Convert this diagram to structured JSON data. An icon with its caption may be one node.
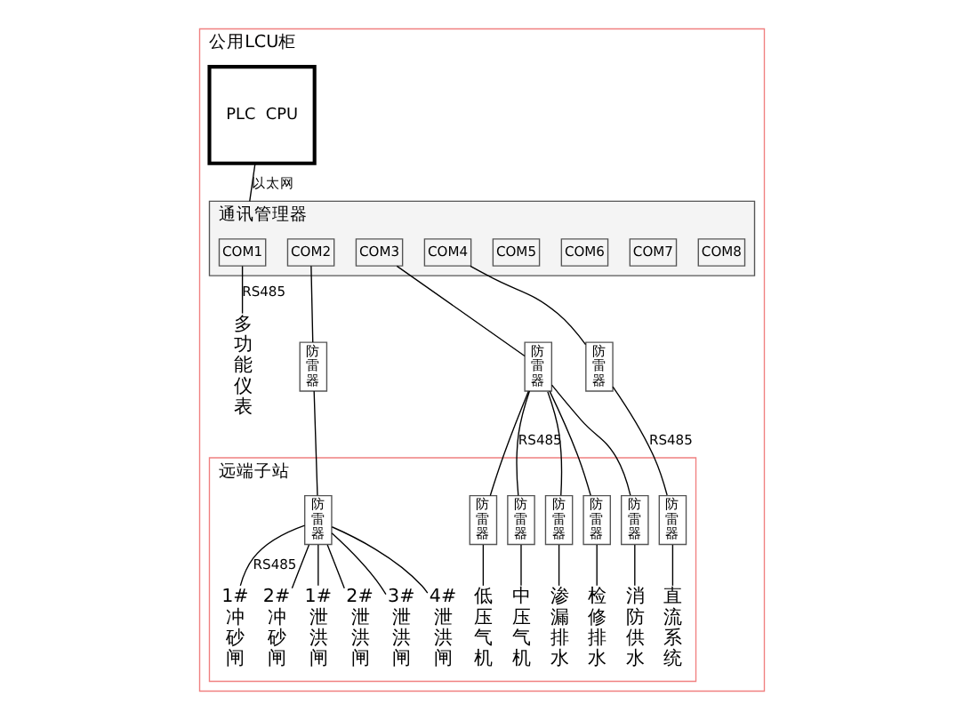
{
  "diagram": {
    "nodes": [
      {
        "text": [
          "公用LCU柜"
        ]
      },
      {
        "text": [
          "PLC  CPU"
        ],
        "in": 0
      },
      {
        "text": [
          "通讯管理器"
        ],
        "in": 0
      },
      {
        "text": [
          "COM1"
        ],
        "in": 2
      },
      {
        "text": [
          "COM2"
        ],
        "in": 2
      },
      {
        "text": [
          "COM3"
        ],
        "in": 2
      },
      {
        "text": [
          "COM4"
        ],
        "in": 2
      },
      {
        "text": [
          "COM5"
        ],
        "in": 2
      },
      {
        "text": [
          "COM6"
        ],
        "in": 2
      },
      {
        "text": [
          "COM7"
        ],
        "in": 2
      },
      {
        "text": [
          "COM8"
        ],
        "in": 2
      },
      {
        "text": [
          "防雷器"
        ],
        "in": 0
      },
      {
        "text": [
          "防雷器"
        ],
        "in": 0
      },
      {
        "text": [
          "防雷器"
        ],
        "in": 0
      },
      {
        "text": [
          "远端子站"
        ],
        "in": 0
      },
      {
        "text": [
          "防雷器"
        ],
        "in": 14
      },
      {
        "text": [
          "防雷器"
        ],
        "in": 14
      },
      {
        "text": [
          "防雷器"
        ],
        "in": 14
      },
      {
        "text": [
          "防雷器"
        ],
        "in": 14
      },
      {
        "text": [
          "防雷器"
        ],
        "in": 14
      },
      {
        "text": [
          "防雷器"
        ],
        "in": 14
      },
      {
        "text": [
          "防雷器"
        ],
        "in": 14
      },
      {
        "text": [
          "多功能仪表"
        ],
        "in": 0
      },
      {
        "text": [
          "1#冲砂闸"
        ],
        "in": 14
      },
      {
        "text": [
          "2#冲砂闸"
        ],
        "in": 14
      },
      {
        "text": [
          "1#泄洪闸"
        ],
        "in": 14
      },
      {
        "text": [
          "2#泄洪闸"
        ],
        "in": 14
      },
      {
        "text": [
          "3#泄洪闸"
        ],
        "in": 14
      },
      {
        "text": [
          "4#泄洪闸"
        ],
        "in": 14
      },
      {
        "text": [
          "低压气机"
        ],
        "in": 14
      },
      {
        "text": [
          "中压气机"
        ],
        "in": 14
      },
      {
        "text": [
          "渗漏排水"
        ],
        "in": 14
      },
      {
        "text": [
          "检修排水"
        ],
        "in": 14
      },
      {
        "text": [
          "消防供水"
        ],
        "in": 14
      },
      {
        "text": [
          "直流系统"
        ],
        "in": 14
      }
    ],
    "edges": [
      {
        "from": 1,
        "to": 2,
        "arrow": "none",
        "label": "以太网"
      },
      {
        "from": 3,
        "to": 22,
        "arrow": "none",
        "label": "RS485"
      },
      {
        "from": 4,
        "to": 11,
        "arrow": "none"
      },
      {
        "from": 11,
        "to": 15,
        "arrow": "none"
      },
      {
        "from": 15,
        "to": 23,
        "arrow": "none",
        "label": "RS485"
      },
      {
        "from": 15,
        "to": 24,
        "arrow": "none"
      },
      {
        "from": 15,
        "to": 25,
        "arrow": "none"
      },
      {
        "from": 15,
        "to": 26,
        "arrow": "none"
      },
      {
        "from": 15,
        "to": 27,
        "arrow": "none"
      },
      {
        "from": 15,
        "to": 28,
        "arrow": "none"
      },
      {
        "from": 5,
        "to": 12,
        "arrow": "none"
      },
      {
        "from": 12,
        "to": 16,
        "arrow": "none"
      },
      {
        "from": 12,
        "to": 17,
        "arrow": "none",
        "label": "RS485"
      },
      {
        "from": 12,
        "to": 18,
        "arrow": "none"
      },
      {
        "from": 12,
        "to": 19,
        "arrow": "none"
      },
      {
        "from": 12,
        "to": 20,
        "arrow": "none"
      },
      {
        "from": 16,
        "to": 29,
        "arrow": "none"
      },
      {
        "from": 17,
        "to": 30,
        "arrow": "none"
      },
      {
        "from": 18,
        "to": 31,
        "arrow": "none"
      },
      {
        "from": 19,
        "to": 32,
        "arrow": "none"
      },
      {
        "from": 20,
        "to": 33,
        "arrow": "none"
      },
      {
        "from": 6,
        "to": 13,
        "arrow": "none"
      },
      {
        "from": 13,
        "to": 21,
        "arrow": "none",
        "label": "RS485"
      },
      {
        "from": 21,
        "to": 34,
        "arrow": "none"
      }
    ]
  }
}
